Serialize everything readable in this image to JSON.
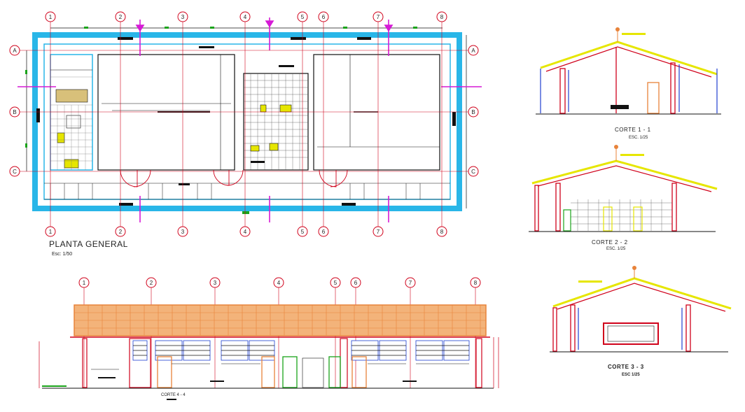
{
  "grid_axes": {
    "columns": [
      "1",
      "2",
      "3",
      "4",
      "5",
      "6",
      "7",
      "8"
    ],
    "rows": [
      "A",
      "B",
      "C"
    ]
  },
  "plan": {
    "title": "PLANTA GENERAL",
    "scale": "Esc: 1/50"
  },
  "elevation": {
    "title": "CORTE 4 - 4"
  },
  "sections": [
    {
      "title": "CORTE 1 - 1",
      "scale": "ESC. 1/25"
    },
    {
      "title": "CORTE 2 - 2",
      "scale": "ESC. 1/25"
    },
    {
      "title": "CORTE 3 - 3",
      "scale": "ESC 1/25"
    }
  ],
  "colors": {
    "wall_cyan": "#29b6e8",
    "axis_red": "#d0021b",
    "dim_green": "#1aa31a",
    "mark_magenta": "#d61ad6",
    "roof_orange": "#e8833a",
    "roof_yellow": "#e6e600",
    "ink_black": "#111111",
    "window_blue": "#1f3fd0"
  }
}
